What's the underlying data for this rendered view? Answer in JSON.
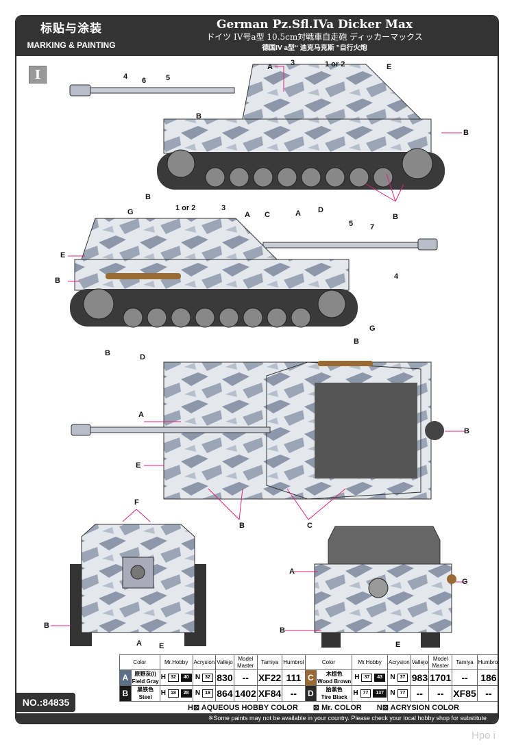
{
  "header": {
    "title_cn": "标贴与涂装",
    "title_en": "MARKING & PAINTING",
    "model_name": "German Pz.Sfl.IVa Dicker Max",
    "subtitle_jp": "ドイツ IV号a型 10.5cm対戦車自走砲 ディッカーマックス",
    "subtitle_cn": "德国IV a型“ 迪克马克斯 ”自行火炮"
  },
  "scheme": "I",
  "callouts": {
    "side1": [
      "4",
      "6",
      "5",
      "A",
      "3",
      "1 or 2",
      "E",
      "B",
      "B",
      "A",
      "D",
      "B"
    ],
    "side2": [
      "B",
      "G",
      "1 or 2",
      "3",
      "A",
      "C",
      "5",
      "7",
      "E",
      "B",
      "4",
      "B",
      "D"
    ],
    "top": [
      "B",
      "G",
      "A",
      "E",
      "B",
      "B",
      "C"
    ],
    "front": [
      "F",
      "B",
      "A",
      "E"
    ],
    "rear": [
      "A",
      "G",
      "B",
      "E"
    ]
  },
  "table": {
    "headers": [
      "Color",
      "Mr.Hobby",
      "Acrysion",
      "Vallejo",
      "Model Master",
      "Tamiya",
      "Humbrol"
    ],
    "colors": [
      {
        "letter": "A",
        "cn": "原野灰(I)",
        "en": "Field Gray",
        "swatch": "#5b6f86",
        "h": [
          "32",
          "40"
        ],
        "n": "32",
        "vallejo": "830",
        "model_master": "--",
        "tamiya": "XF22",
        "humbrol": "111"
      },
      {
        "letter": "B",
        "cn": "黑铁色",
        "en": "Steel",
        "swatch": "#1a1a1a",
        "h": [
          "18",
          "28"
        ],
        "n": "18",
        "vallejo": "864",
        "model_master": "1402",
        "tamiya": "XF84",
        "humbrol": "--"
      },
      {
        "letter": "C",
        "cn": "木棕色",
        "en": "Wood Brown",
        "swatch": "#9a6a35",
        "h": [
          "37",
          "43"
        ],
        "n": "37",
        "vallejo": "983",
        "model_master": "1701",
        "tamiya": "--",
        "humbrol": "186"
      },
      {
        "letter": "D",
        "cn": "胎黑色",
        "en": "Tire Black",
        "swatch": "#2a2a2a",
        "h": [
          "77",
          "137"
        ],
        "n": "77",
        "vallejo": "--",
        "model_master": "--",
        "tamiya": "XF85",
        "humbrol": "--"
      }
    ]
  },
  "legend": {
    "h": "H⊠ AQUEOUS HOBBY COLOR",
    "mr": "⊠ Mr. COLOR",
    "n": "N⊠ ACRYSION COLOR"
  },
  "footer": {
    "note": "※Some paints may not be available in your country. Please check your local hobby shop for substitute",
    "number": "NO.:84835"
  },
  "watermark": "Hpo i"
}
